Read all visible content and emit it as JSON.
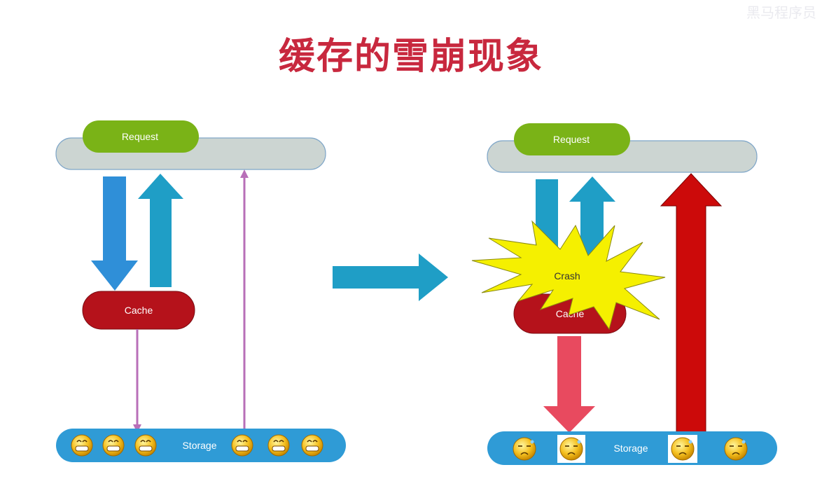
{
  "title": "缓存的雪崩现象",
  "watermark": "黑马程序员",
  "left_panel": {
    "request_label": "Request",
    "cache_label": "Cache",
    "storage_label": "Storage"
  },
  "right_panel": {
    "request_label": "Request",
    "crash_label": "Crash",
    "cache_label": "Cache",
    "storage_label": "Storage"
  },
  "colors": {
    "title": "#c8283e",
    "request_green": "#7ab317",
    "bar_gray": "#ccd5d2",
    "cache_red": "#b5121b",
    "storage_blue": "#2f9bd6",
    "arrow_blue": "#2f8fd8",
    "arrow_teal": "#1f9ec6",
    "arrow_purple": "#b86fb8",
    "crash_yellow": "#f5f000",
    "arrow_pink": "#e84a5f",
    "arrow_darkred": "#cc0a0a"
  }
}
